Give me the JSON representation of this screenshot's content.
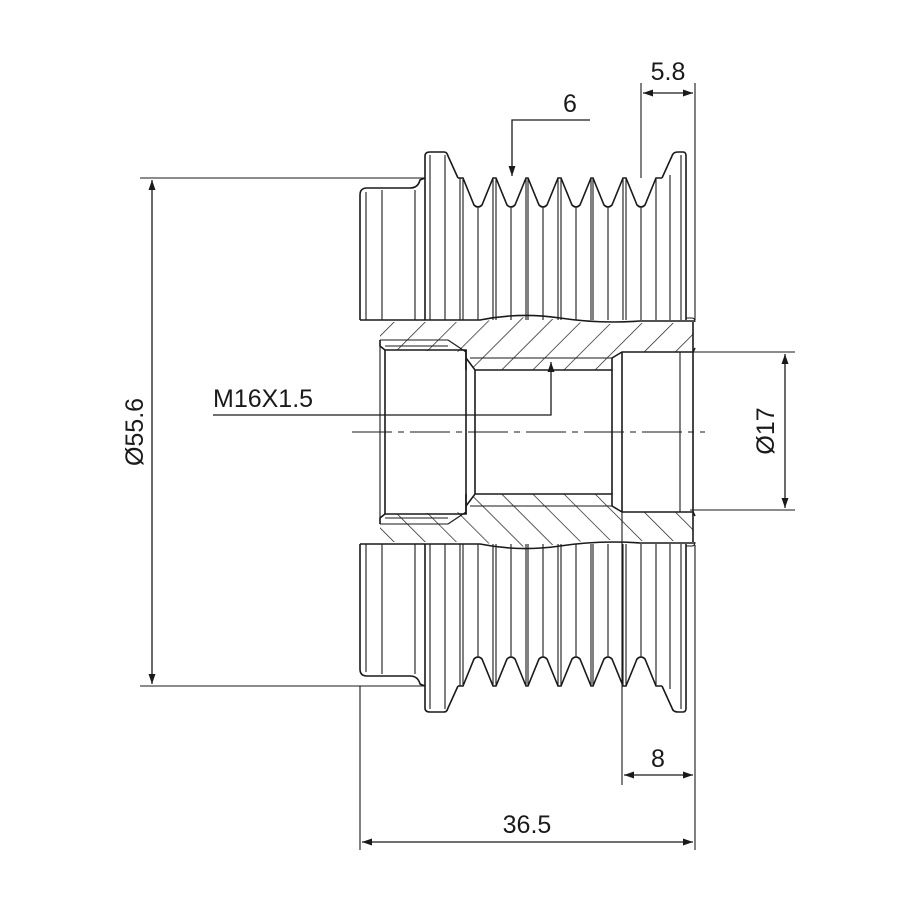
{
  "drawing": {
    "dimensions": {
      "outer_diameter": "Ø55.6",
      "groove_count": "6",
      "flange_width": "5.8",
      "thread": "M16X1.5",
      "bore_diameter": "Ø17",
      "bore_depth": "8",
      "overall_length": "36.5"
    },
    "colors": {
      "line": "#1a1a1a",
      "background": "#ffffff"
    }
  }
}
